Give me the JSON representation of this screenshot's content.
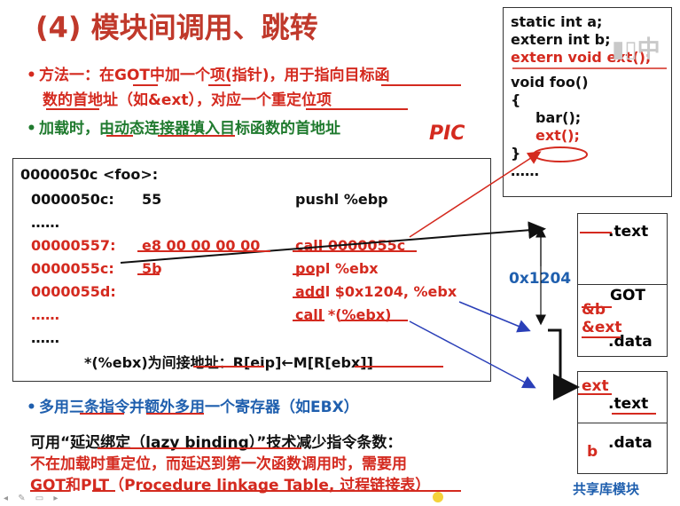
{
  "slide": {
    "title": "(4) 模块间调用、跳转",
    "bullets": [
      {
        "text": "方法一：在GOT中加一个项(指针)，用于指向目标函",
        "color": "#d42a1f"
      },
      {
        "text": "数的首地址（如&ext），对应一个重定位项",
        "color": "#d42a1f"
      },
      {
        "text": "加载时，由动态连接器填入目标函数的首地址",
        "color": "#1f7a2e"
      }
    ],
    "pic_note": "PIC",
    "source_code": [
      "static   int a;",
      "extern int b;",
      "extern  void ext();",
      "void foo()",
      "{",
      "bar();",
      "ext();",
      "}",
      "……"
    ],
    "disasm": {
      "header": "0000050c <foo>:",
      "rows": [
        {
          "addr": "0000050c:",
          "bytes": "55",
          "instr": "pushl  %ebp"
        },
        {
          "addr": "……",
          "bytes": "",
          "instr": ""
        },
        {
          "addr": "00000557:",
          "bytes": "e8 00 00 00 00",
          "instr": "call   0000055c"
        },
        {
          "addr": "0000055c:",
          "bytes": "5b",
          "instr": "popl  %ebx"
        },
        {
          "addr": "0000055d:",
          "bytes": "",
          "instr": "addl  $0x1204, %ebx"
        },
        {
          "addr": "……",
          "bytes": "",
          "instr": "call   *(%ebx)"
        },
        {
          "addr": "……",
          "bytes": "",
          "instr": ""
        }
      ],
      "footnote": "*(%ebx)为间接地址：R[eip]←M[R[ebx]]"
    },
    "module1": {
      "text": ".text",
      "got": "GOT",
      "b_ref": "&b",
      "ext_ref": "&ext",
      "data": ".data",
      "offset": "0x1204"
    },
    "module2": {
      "ext": "ext",
      "text": ".text",
      "b": "b",
      "data": ".data",
      "label": "共享库模块"
    },
    "bullet4": "多用三条指令并额外多用一个寄存器（如EBX）",
    "para": [
      {
        "text": "可用“延迟绑定（lazy binding）”技术减少指令条数：",
        "color": "#111"
      },
      {
        "text": "不在加载时重定位，而延迟到第一次函数调用时，需要用",
        "color": "#d42a1f"
      },
      {
        "text": "GOT和PLT（Procedure linkage Table, 过程链接表）",
        "color": "#d42a1f"
      }
    ]
  }
}
